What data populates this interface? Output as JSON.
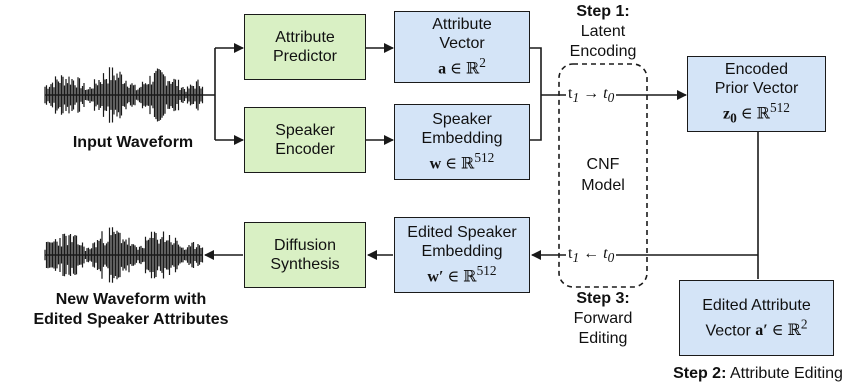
{
  "waveforms": {
    "input_label": "Input Waveform",
    "output_label_1": "New Waveform with",
    "output_label_2": "Edited Speaker Attributes"
  },
  "boxes": {
    "attribute_predictor": [
      "Attribute",
      "Predictor"
    ],
    "speaker_encoder": [
      "Speaker",
      "Encoder"
    ],
    "diffusion_synthesis": [
      "Diffusion",
      "Synthesis"
    ],
    "attribute_vector": {
      "line1": "Attribute",
      "line2": "Vector",
      "sym": "a",
      "space": "∈ ℝ",
      "exp": "2"
    },
    "speaker_embedding": {
      "line1": "Speaker",
      "line2": "Embedding",
      "sym": "w",
      "space": "∈ ℝ",
      "exp": "512"
    },
    "edited_speaker_embedding": {
      "line1": "Edited Speaker",
      "line2": "Embedding",
      "sym": "w′",
      "space": "∈ ℝ",
      "exp": "512"
    },
    "encoded_prior_vector": {
      "line1": "Encoded",
      "line2": "Prior Vector",
      "sym": "z",
      "sub": "0",
      "space": "∈ ℝ",
      "exp": "512"
    },
    "edited_attribute_vector": {
      "line1": "Edited Attribute",
      "line2": "Vector",
      "sym": "a′",
      "space": "∈ ℝ",
      "exp": "2"
    }
  },
  "cnf": {
    "line1": "CNF",
    "line2": "Model"
  },
  "transitions": {
    "encode": {
      "t_a": "t",
      "sub_a": "1",
      "arrow": " → ",
      "t_b": "t",
      "sub_b": "0"
    },
    "forward": {
      "t_a": "t",
      "sub_a": "1",
      "arrow": " ← ",
      "t_b": "t",
      "sub_b": "0"
    }
  },
  "steps": {
    "step1": {
      "title": "Step 1:",
      "line1": "Latent",
      "line2": "Encoding"
    },
    "step3": {
      "title": "Step 3:",
      "line1": "Forward",
      "line2": "Editing"
    },
    "step2": {
      "title": "Step 2:",
      "text": " Attribute Editing"
    }
  },
  "colors": {
    "green": "#d9f0c4",
    "blue": "#d4e4f7",
    "line": "#1a1a1a"
  }
}
